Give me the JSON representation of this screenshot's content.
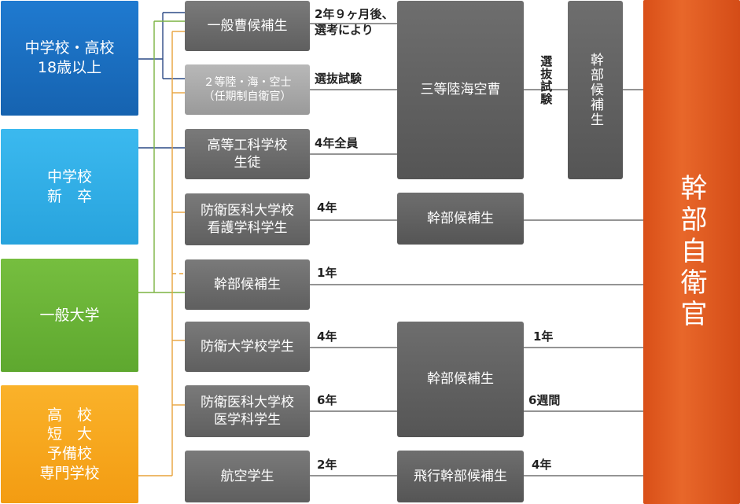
{
  "sources": {
    "high_school": "中学校・高校\n18歳以上",
    "junior_high": "中学校\n新　卒",
    "university": "一般大学",
    "vocational": "高　校\n短　大\n予備校\n専門学校"
  },
  "paths": {
    "general_candidate": "一般曹候補生",
    "fixed_term": "２等陸・海・空士\n（任期制自衛官）",
    "technical_school": "高等工科学校\n生徒",
    "nursing": "防衛医科大学校\n看護学科学生",
    "officer_candidate": "幹部候補生",
    "defense_academy": "防衛大学校学生",
    "medical": "防衛医科大学校\n医学科学生",
    "aviation": "航空学生"
  },
  "intermediate": {
    "sergeant": "三等陸海空曹",
    "officer_candidate_upper": "幹部候補生",
    "officer_candidate_nursing": "幹部候補生",
    "officer_candidate_lower": "幹部候補生",
    "flight_officer_candidate": "飛行幹部候補生"
  },
  "labels": {
    "general_after": "2年９ヶ月後、\n選考により",
    "selection_exam": "選抜試験",
    "all_4yr": "4年全員",
    "nursing_years": "4年",
    "officer_1yr": "1年",
    "academy_4yr": "4年",
    "medical_6yr": "6年",
    "aviation_2yr": "2年",
    "selection_exam_vertical": "選抜試験",
    "lower_1yr": "1年",
    "lower_6wk": "6週間",
    "flight_4yr": "4年"
  },
  "target": "幹部自衛官",
  "colors": {
    "high_school": "#1a6fc4",
    "junior_high": "#2eaee8",
    "university": "#6ab536",
    "vocational": "#f6a91b",
    "line_blue": "#2c4a86",
    "line_orange": "#e8a33c",
    "line_green": "#7cb342",
    "line_dark": "#555555"
  }
}
